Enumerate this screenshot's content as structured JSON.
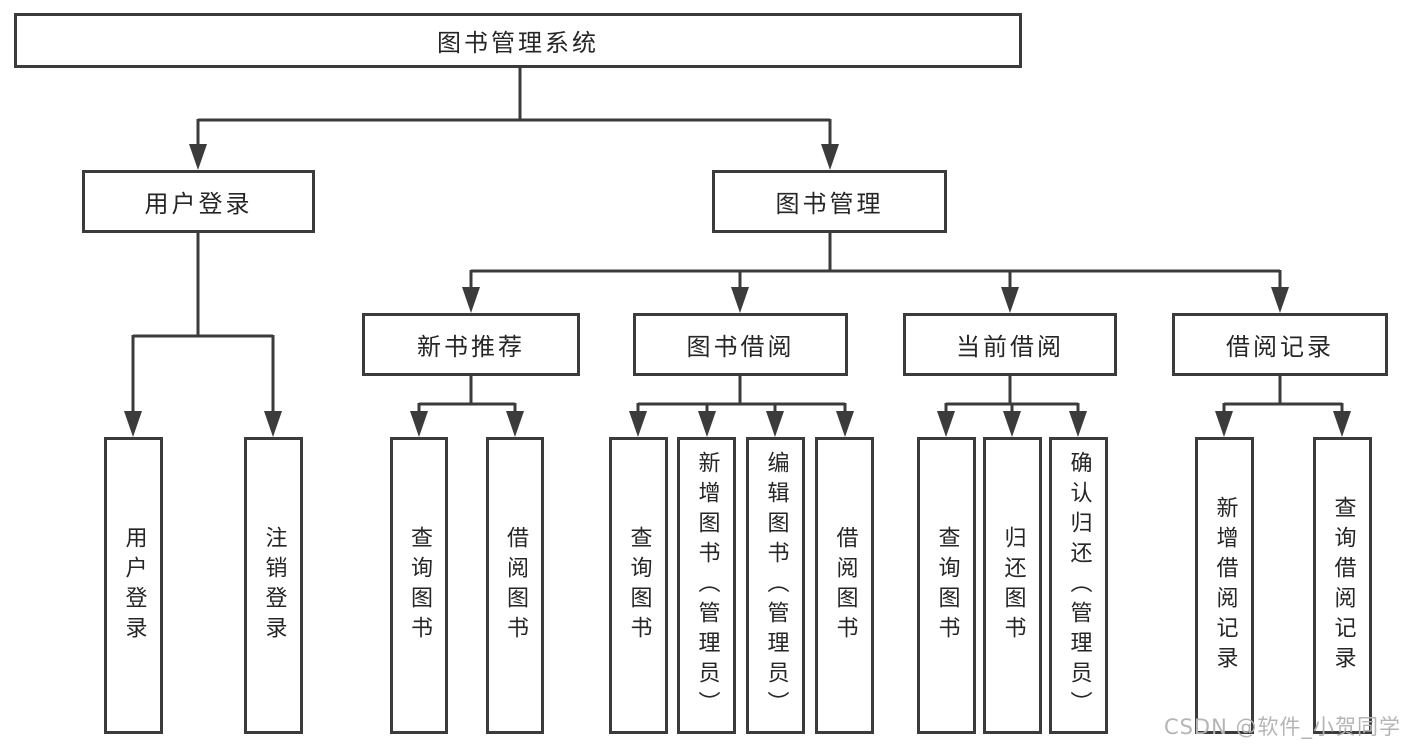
{
  "tree": {
    "label": "图书管理系统",
    "children": [
      {
        "label": "用户登录",
        "children": [
          {
            "label": "用户登录"
          },
          {
            "label": "注销登录"
          }
        ]
      },
      {
        "label": "图书管理",
        "children": [
          {
            "label": "新书推荐",
            "children": [
              {
                "label": "查询图书"
              },
              {
                "label": "借阅图书"
              }
            ]
          },
          {
            "label": "图书借阅",
            "children": [
              {
                "label": "查询图书"
              },
              {
                "label": "新增图书（管理员）"
              },
              {
                "label": "编辑图书（管理员）"
              },
              {
                "label": "借阅图书"
              }
            ]
          },
          {
            "label": "当前借阅",
            "children": [
              {
                "label": "查询图书"
              },
              {
                "label": "归还图书"
              },
              {
                "label": "确认归还（管理员）"
              }
            ]
          },
          {
            "label": "借阅记录",
            "children": [
              {
                "label": "新增借阅记录"
              },
              {
                "label": "查询借阅记录"
              }
            ]
          }
        ]
      }
    ]
  },
  "colors": {
    "line": "#3b3b3b",
    "text": "#262626",
    "watermark": "#b5b5b5"
  },
  "watermark": {
    "text": "CSDN @软件_小贺同学"
  }
}
